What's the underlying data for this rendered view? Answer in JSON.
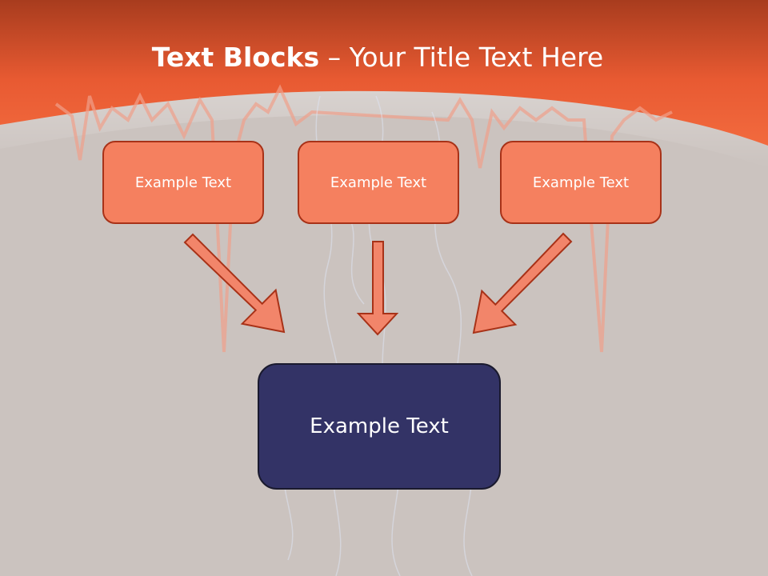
{
  "slide": {
    "title_bold": "Text Blocks",
    "title_dash": " – ",
    "title_rest": "Your Title Text Here"
  },
  "blocks": [
    {
      "label": "Example Text"
    },
    {
      "label": "Example Text"
    },
    {
      "label": "Example Text"
    }
  ],
  "result": {
    "label": "Example Text"
  },
  "colors": {
    "background": "#cbc3bf",
    "header_orange": "#ef5d36",
    "block_fill": "#f5805f",
    "block_border": "#a83218",
    "result_fill": "#333366",
    "arrow_fill": "#f2856a"
  }
}
